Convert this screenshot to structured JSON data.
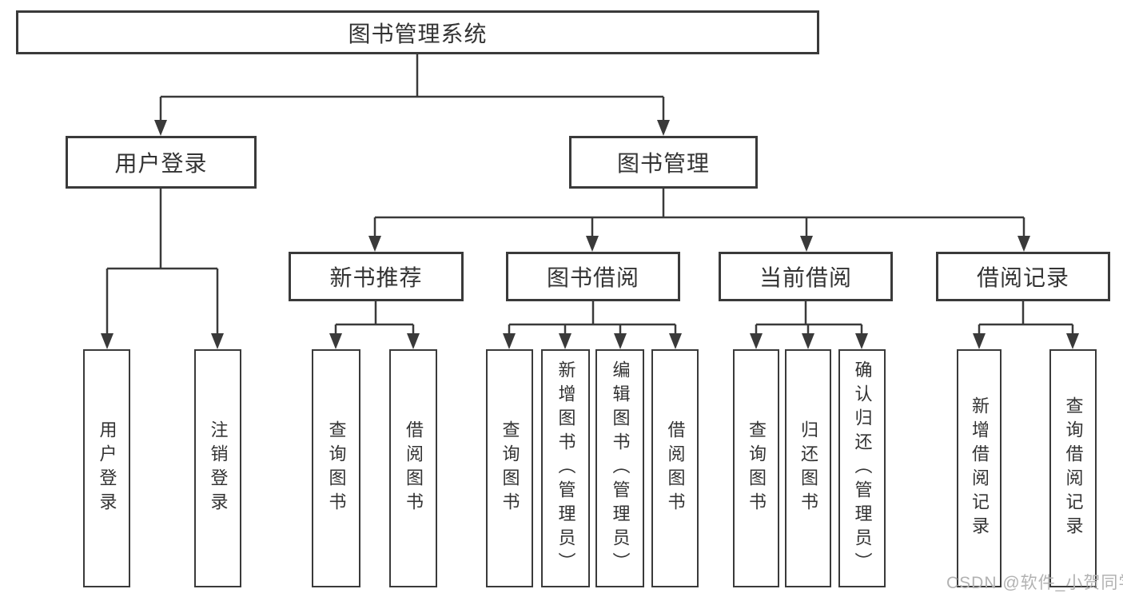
{
  "diagram": {
    "root": {
      "label": "图书管理系统"
    },
    "level2": [
      {
        "label": "用户登录"
      },
      {
        "label": "图书管理"
      }
    ],
    "level3": [
      {
        "label": "新书推荐"
      },
      {
        "label": "图书借阅"
      },
      {
        "label": "当前借阅"
      },
      {
        "label": "借阅记录"
      }
    ],
    "leaves": {
      "user_login": [
        {
          "label": "用户登录"
        },
        {
          "label": "注销登录"
        }
      ],
      "new_book": [
        {
          "label": "查询图书"
        },
        {
          "label": "借阅图书"
        }
      ],
      "book_borrow": [
        {
          "label": "查询图书"
        },
        {
          "label": "新增图书（管理员）"
        },
        {
          "label": "编辑图书（管理员）"
        },
        {
          "label": "借阅图书"
        }
      ],
      "current_borrow": [
        {
          "label": "查询图书"
        },
        {
          "label": "归还图书"
        },
        {
          "label": "确认归还（管理员）"
        }
      ],
      "borrow_records": [
        {
          "label": "新增借阅记录"
        },
        {
          "label": "查询借阅记录"
        }
      ]
    },
    "watermark": "CSDN @软件_小贺同学",
    "colors": {
      "line": "#3a3a3a",
      "text": "#333333",
      "background": "#ffffff",
      "watermark": "#b2b2b2"
    }
  }
}
